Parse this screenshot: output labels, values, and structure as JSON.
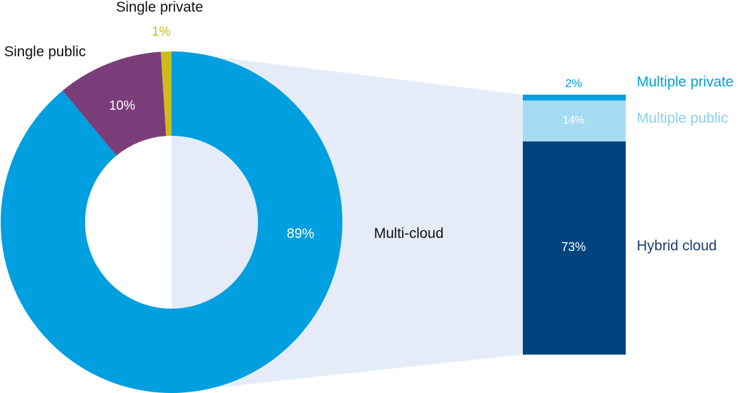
{
  "chart_data": [
    {
      "type": "pie",
      "variant": "donut",
      "start": "12 o'clock, clockwise",
      "slices": [
        {
          "label": "Multi-cloud",
          "value": 89,
          "value_label": "89%",
          "color": "#009fdf"
        },
        {
          "label": "Single public",
          "value": 10,
          "value_label": "10%",
          "color": "#7b3c7a"
        },
        {
          "label": "Single private",
          "value": 1,
          "value_label": "1%",
          "color": "#cbbd1c"
        }
      ]
    },
    {
      "type": "bar",
      "variant": "stacked",
      "breakdown_of": "Multi-cloud",
      "stack_order": "bottom-to-top",
      "segments": [
        {
          "label": "Hybrid cloud",
          "value": 73,
          "value_label": "73%",
          "color": "#00447f",
          "label_color": "#1e3a6e"
        },
        {
          "label": "Multiple public",
          "value": 14,
          "value_label": "14%",
          "color": "#a6dcf3",
          "label_color": "#8ccfec"
        },
        {
          "label": "Multiple private",
          "value": 2,
          "value_label": "2%",
          "color": "#009fdf",
          "label_color": "#009fdf"
        }
      ]
    }
  ],
  "colors": {
    "connector": "#e5ecf8",
    "text_dark": "#111111",
    "text_on_dark": "#ffffff",
    "value_1pct": "#cbbd1c",
    "value_2pct": "#009fdf"
  }
}
